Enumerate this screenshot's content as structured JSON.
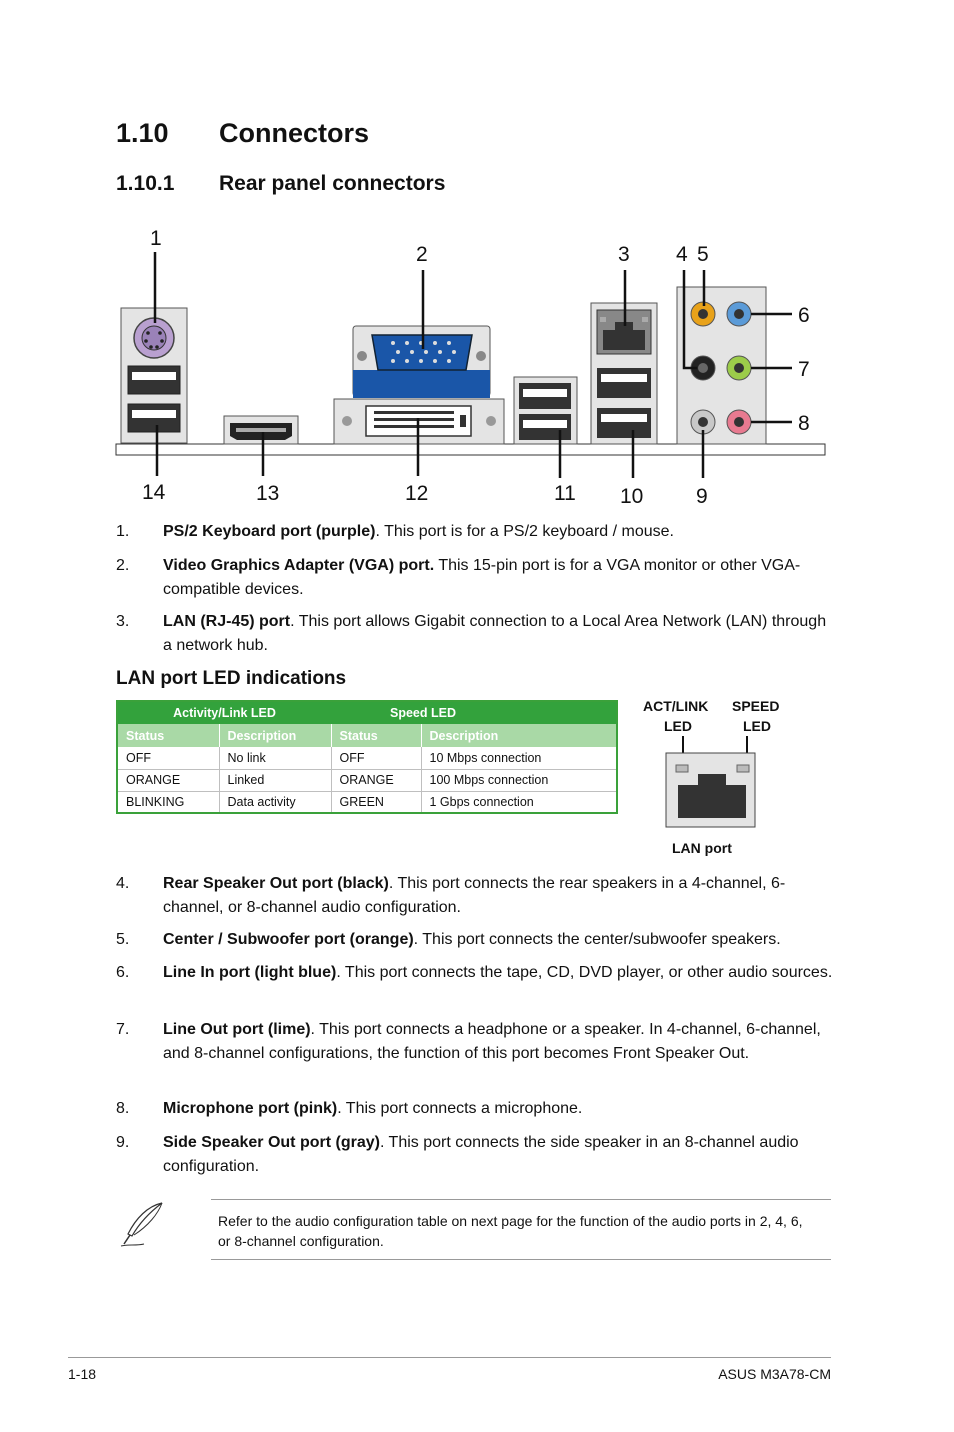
{
  "heading": {
    "number": "1.10",
    "title": "Connectors"
  },
  "subheading": {
    "number": "1.10.1",
    "title": "Rear panel connectors"
  },
  "diagram": {
    "callouts": [
      "1",
      "2",
      "3",
      "4",
      "5",
      "6",
      "7",
      "8",
      "9",
      "10",
      "11",
      "12",
      "13",
      "14"
    ]
  },
  "items_a": [
    {
      "num": "1.",
      "bold": "PS/2 Keyboard port (purple)",
      "text": ". This port is for a PS/2 keyboard / mouse."
    },
    {
      "num": "2.",
      "bold": "Video Graphics Adapter (VGA) port.",
      "text": " This 15-pin port is for a VGA monitor or other VGA-compatible devices."
    },
    {
      "num": "3.",
      "bold": "LAN (RJ-45) port",
      "text": ". This port allows Gigabit connection to a Local Area Network (LAN) through a network hub."
    }
  ],
  "led": {
    "heading": "LAN port LED indications",
    "group_headers": [
      "Activity/Link LED",
      "Speed LED"
    ],
    "columns": [
      "Status",
      "Description",
      "Status",
      "Description"
    ],
    "rows": [
      [
        "OFF",
        "No link",
        "OFF",
        "10 Mbps connection"
      ],
      [
        "ORANGE",
        "Linked",
        "ORANGE",
        "100 Mbps connection"
      ],
      [
        "BLINKING",
        "Data activity",
        "GREEN",
        "1 Gbps connection"
      ]
    ],
    "figure": {
      "act_label_1": "ACT/LINK",
      "act_label_2": "LED",
      "speed_label_1": "SPEED",
      "speed_label_2": "LED",
      "caption": "LAN port"
    }
  },
  "items_b": [
    {
      "num": "4.",
      "bold": "Rear Speaker Out port (black)",
      "text": ". This port connects the rear speakers in a 4-channel, 6-channel, or 8-channel audio configuration."
    },
    {
      "num": "5.",
      "bold": "Center / Subwoofer port (orange)",
      "text": ". This port connects the center/subwoofer speakers."
    },
    {
      "num": "6.",
      "bold": "Line In port (light blue)",
      "text": ". This port connects the tape, CD, DVD player, or other audio sources."
    },
    {
      "num": "7.",
      "bold": "Line Out port (lime)",
      "text": ". This port connects a headphone or a speaker. In 4-channel, 6-channel, and 8-channel configurations, the function of this port becomes Front Speaker Out."
    },
    {
      "num": "8.",
      "bold": "Microphone port (pink)",
      "text": ". This port connects a microphone."
    },
    {
      "num": "9.",
      "bold": "Side Speaker Out port (gray)",
      "text": ". This port connects the side speaker in an 8-channel audio configuration."
    }
  ],
  "note": {
    "icon": "quill-pen-icon",
    "text": "Refer to the audio configuration table on next page for the function of the audio ports in 2, 4, 6, or 8-channel configuration."
  },
  "footer": {
    "page": "1-18",
    "product": "ASUS M3A78-CM"
  },
  "colors": {
    "table_green": "#33a23c",
    "table_subheader": "#a9d9a6",
    "ps2_purple": "#b9a0d0",
    "vga_blue": "#1a56a8",
    "audio_orange": "#e8a21a",
    "audio_blue": "#5b9bd8",
    "audio_lime": "#9ccc4a",
    "audio_pink": "#e87a90",
    "audio_gray": "#c8c8c8"
  }
}
